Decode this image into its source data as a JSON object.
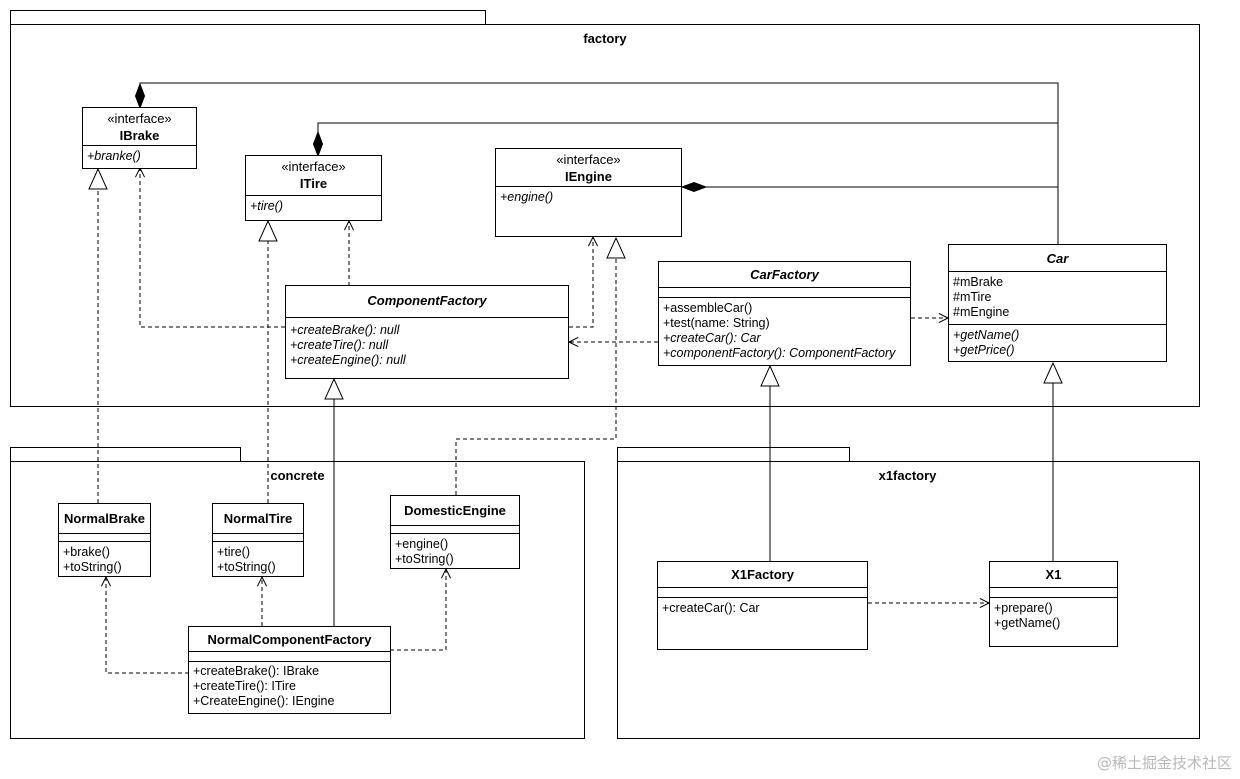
{
  "packages": {
    "factory": {
      "name": "factory"
    },
    "concrete": {
      "name": "concrete"
    },
    "x1factory": {
      "name": "x1factory"
    }
  },
  "classes": {
    "ibrake": {
      "stereotype": "«interface»",
      "name": "IBrake",
      "operations": [
        "+branke()"
      ]
    },
    "itire": {
      "stereotype": "«interface»",
      "name": "ITire",
      "operations": [
        "+tire()"
      ]
    },
    "iengine": {
      "stereotype": "«interface»",
      "name": "IEngine",
      "operations": [
        "+engine()"
      ]
    },
    "component_factory": {
      "name": "ComponentFactory",
      "operations": [
        "+createBrake(): null",
        "+createTire(): null",
        "+createEngine(): null"
      ]
    },
    "car_factory": {
      "name": "CarFactory",
      "operations": [
        "+assembleCar()",
        "+test(name: String)",
        "+createCar(): Car",
        "+componentFactory(): ComponentFactory"
      ]
    },
    "car": {
      "name": "Car",
      "attributes": [
        "#mBrake",
        "#mTire",
        "#mEngine"
      ],
      "operations": [
        "+getName()",
        "+getPrice()"
      ]
    },
    "normal_brake": {
      "name": "NormalBrake",
      "operations": [
        "+brake()",
        "+toString()"
      ]
    },
    "normal_tire": {
      "name": "NormalTire",
      "operations": [
        "+tire()",
        "+toString()"
      ]
    },
    "domestic_engine": {
      "name": "DomesticEngine",
      "operations": [
        "+engine()",
        "+toString()"
      ]
    },
    "normal_component_factory": {
      "name": "NormalComponentFactory",
      "operations": [
        "+createBrake(): IBrake",
        "+createTire(): ITire",
        "+CreateEngine(): IEngine"
      ]
    },
    "x1_factory": {
      "name": "X1Factory",
      "operations": [
        "+createCar(): Car"
      ]
    },
    "x1": {
      "name": "X1",
      "operations": [
        "+prepare()",
        "+getName()"
      ]
    }
  },
  "watermark": "@稀土掘金技术社区"
}
